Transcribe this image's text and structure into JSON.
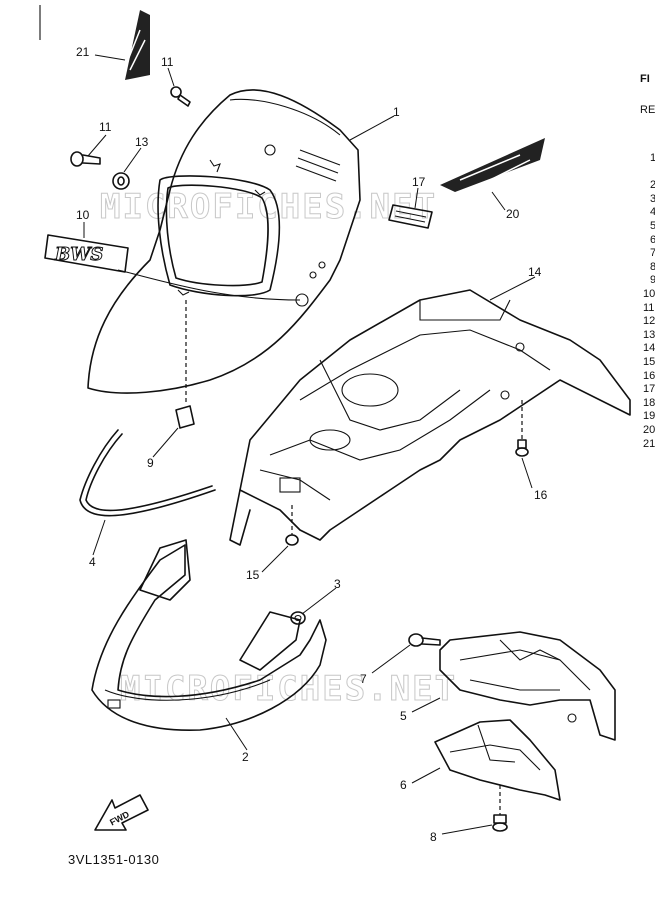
{
  "drawing_code": "3VL1351-0130",
  "watermark": "MICROFICHES.NET",
  "callouts": [
    "21",
    "11",
    "11",
    "13",
    "10",
    "1",
    "17",
    "20",
    "14",
    "9",
    "16",
    "4",
    "15",
    "3",
    "7",
    "5",
    "2",
    "6",
    "8"
  ],
  "badge_label": "BWS",
  "fwd_label": "FWD",
  "side_table": {
    "header_fragment": "FI",
    "subheader_fragment": "RE",
    "row_fragments": [
      "1",
      "",
      "2",
      "3",
      "4",
      "5",
      "6",
      "7",
      "8",
      "9",
      "10",
      "11",
      "12",
      "13",
      "14",
      "15",
      "16",
      "17",
      "18",
      "19",
      "20",
      "21"
    ]
  }
}
